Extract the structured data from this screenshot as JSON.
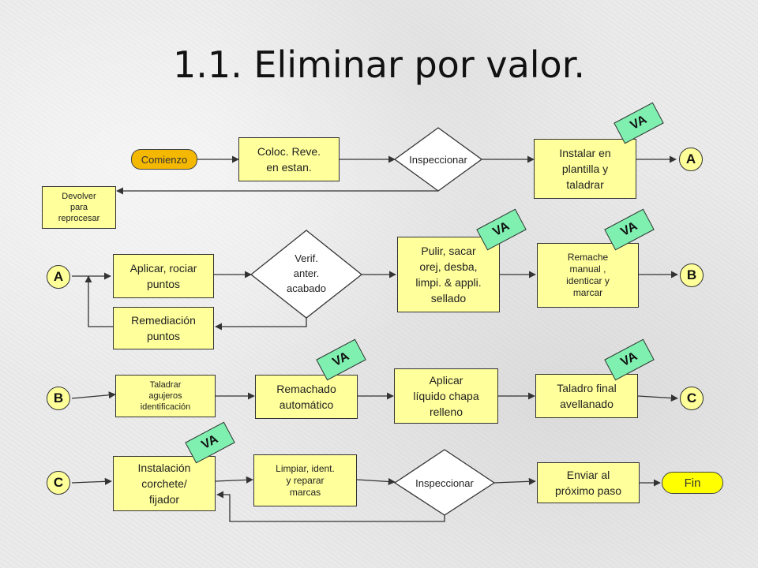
{
  "title": "1.1. Eliminar por valor.",
  "tag_va": "VA",
  "colors": {
    "box_fill": "#ffff9c",
    "start_fill": "#f5b800",
    "end_fill": "#ffff00",
    "va_fill": "#7ff0b0",
    "connector_fill": "#ffff99"
  },
  "row1": {
    "start": "Comienzo",
    "colocar": "Coloc. Reve.\nen estan.",
    "inspect": "Inspeccionar",
    "instalar": "Instalar en\nplantilla y\ntaladrar",
    "out_connector": "A",
    "devolver": "Devolver\npara\nreprocesar"
  },
  "row2": {
    "in_connector": "A",
    "aplicar": "Aplicar, rociar\npuntos",
    "verif": "Verif.\nanter.\nacabado",
    "pulir": "Pulir, sacar\norej, desba,\nlimpi. & appli.\nsellado",
    "remache": "Remache\nmanual ,\nidenticar y\nmarcar",
    "out_connector": "B",
    "remediacion": "Remediación\npuntos"
  },
  "row3": {
    "in_connector": "B",
    "taladrar": "Taladrar\nagujeros\nidentificación",
    "remachado": "Remachado\nautomático",
    "aplicar_liquido": "Aplicar\nlíquido chapa\nrelleno",
    "taladro_final": "Taladro final\navellanado",
    "out_connector": "C"
  },
  "row4": {
    "in_connector": "C",
    "instalacion": "Instalación\ncorchete/\nfijador",
    "limpiar": "Limpiar, ident.\ny reparar\nmarcas",
    "inspect": "Inspeccionar",
    "enviar": "Enviar al\npróximo paso",
    "end": "Fin"
  }
}
